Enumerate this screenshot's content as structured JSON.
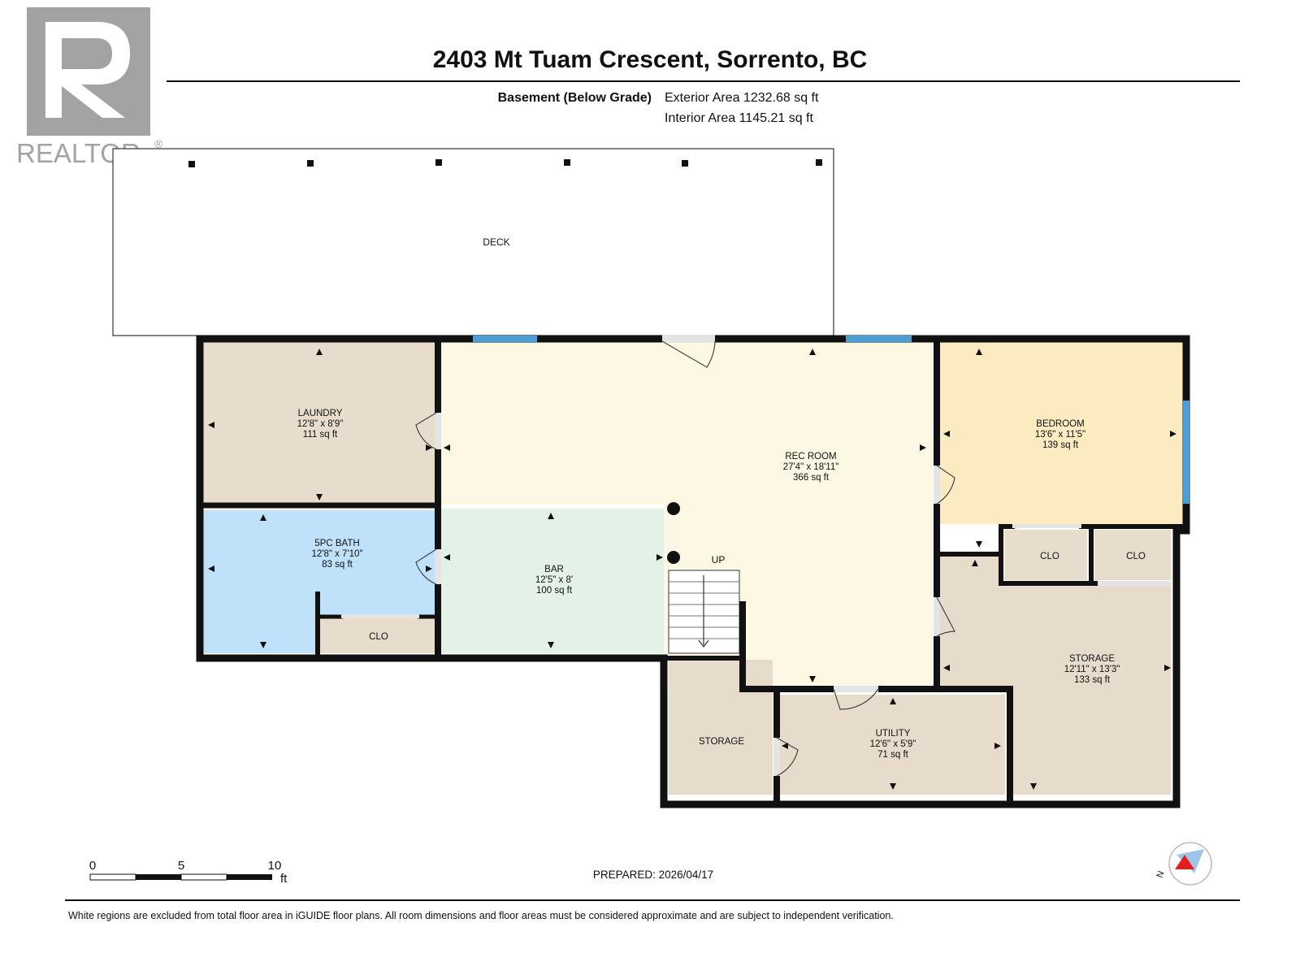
{
  "brand": {
    "logo_letter": "R",
    "logo_text": "REALTOR",
    "logo_mark": "®"
  },
  "header": {
    "title": "2403 Mt Tuam Crescent, Sorrento, BC",
    "floor_label": "Basement (Below Grade)",
    "exterior_area": "Exterior Area 1232.68 sq ft",
    "interior_area": "Interior Area 1145.21 sq ft"
  },
  "rooms": {
    "deck": {
      "name": "DECK"
    },
    "laundry": {
      "name": "LAUNDRY",
      "dims": "12'8\" x 8'9\"",
      "area": "111 sq ft"
    },
    "rec_room": {
      "name": "REC ROOM",
      "dims": "27'4\" x 18'11\"",
      "area": "366 sq ft"
    },
    "bedroom": {
      "name": "BEDROOM",
      "dims": "13'6\" x 11'5\"",
      "area": "139 sq ft"
    },
    "bath": {
      "name": "5PC BATH",
      "dims": "12'8\" x 7'10\"",
      "area": "83 sq ft"
    },
    "bar": {
      "name": "BAR",
      "dims": "12'5\" x 8'",
      "area": "100 sq ft"
    },
    "bath_closet": {
      "name": "CLO"
    },
    "closet_1": {
      "name": "CLO"
    },
    "closet_2": {
      "name": "CLO"
    },
    "storage_large": {
      "name": "STORAGE",
      "dims": "12'11\" x 13'3\"",
      "area": "133 sq ft"
    },
    "storage_small": {
      "name": "STORAGE"
    },
    "utility": {
      "name": "UTILITY",
      "dims": "12'6\" x 5'9\"",
      "area": "71 sq ft"
    },
    "stairs": {
      "label": "UP"
    }
  },
  "scale_bar": {
    "ticks": [
      "0",
      "5",
      "10"
    ],
    "unit": "ft"
  },
  "prepared": "PREPARED: 2026/04/17",
  "compass": {
    "label": "N"
  },
  "footer_note": "White regions are excluded from total floor area in iGUIDE floor plans. All room dimensions and floor areas must be considered approximate and are subject to independent verification.",
  "colors": {
    "wall": "#111111",
    "window": "#4a9fd6",
    "laundry": "#e8ddcc",
    "rec_room": "#fdf8e3",
    "bedroom": "#fcebc0",
    "bath": "#bfe1f9",
    "bar": "#e3f1e7",
    "storage": "#e7dccb",
    "logo": "#a3a3a3",
    "compass_red": "#e02020",
    "compass_blue": "#9cc7ea"
  }
}
